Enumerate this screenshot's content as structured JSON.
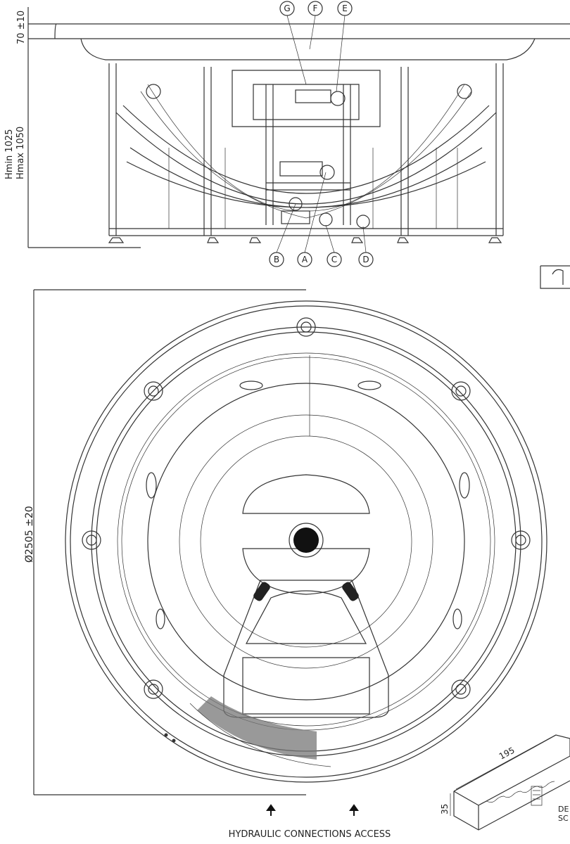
{
  "dimensions": {
    "rim_height": "70 ±10",
    "h_min": "Hmin 1025",
    "h_max": "Hmax 1050",
    "diameter": "Ø2505 ±20",
    "detail_length": "195",
    "detail_height": "35"
  },
  "callouts": {
    "top": [
      "G",
      "F",
      "E"
    ],
    "bottom": [
      "B",
      "A",
      "C",
      "D"
    ]
  },
  "notes": {
    "hydraulic_access": "HYDRAULIC CONNECTIONS ACCESS",
    "detail_label_1": "DE",
    "detail_label_2": "SC"
  },
  "colors": {
    "line": "#333333",
    "background": "#ffffff"
  }
}
